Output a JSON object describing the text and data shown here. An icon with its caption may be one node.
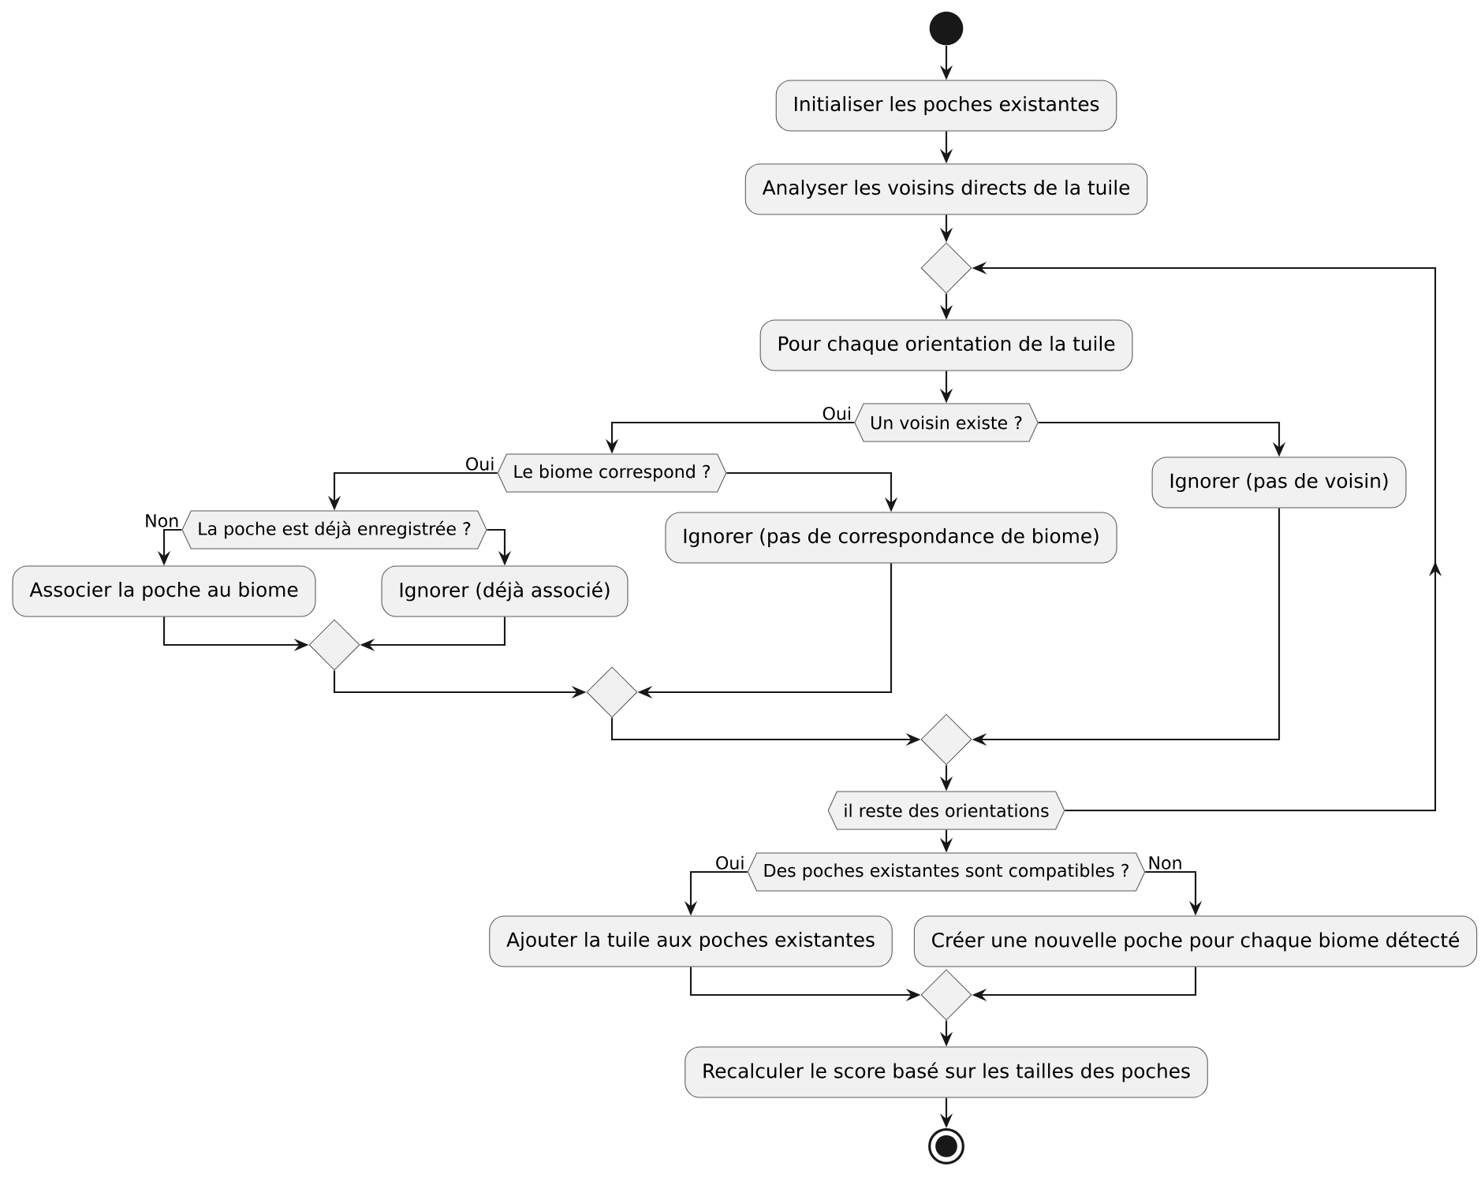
{
  "diagram": {
    "nodes": [
      {
        "text": [],
        "shape": "circle"
      },
      {
        "text": [
          "Initialiser les poches existantes"
        ]
      },
      {
        "text": [
          "Analyser les voisins directs de la tuile"
        ]
      },
      {
        "text": [],
        "shape": "diamond"
      },
      {
        "text": [
          "Pour chaque orientation de la tuile"
        ]
      },
      {
        "text": [
          "Un voisin existe ?"
        ]
      },
      {
        "text": [
          "Le biome correspond ?"
        ]
      },
      {
        "text": [
          "La poche est déjà enregistrée ?"
        ]
      },
      {
        "text": [
          "Associer la poche au biome"
        ]
      },
      {
        "text": [
          "Ignorer (déjà associé)"
        ]
      },
      {
        "text": [],
        "shape": "diamond"
      },
      {
        "text": [
          "Ignorer (pas de correspondance de biome)"
        ]
      },
      {
        "text": [],
        "shape": "diamond"
      },
      {
        "text": [
          "Ignorer (pas de voisin)"
        ]
      },
      {
        "text": [],
        "shape": "diamond"
      },
      {
        "text": [
          "il reste des orientations"
        ]
      },
      {
        "text": [
          "Des poches existantes sont compatibles ?"
        ]
      },
      {
        "text": [
          "Ajouter la tuile aux poches existantes"
        ]
      },
      {
        "text": [
          "Créer une nouvelle poche pour chaque biome détecté"
        ]
      },
      {
        "text": [],
        "shape": "diamond"
      },
      {
        "text": [
          "Recalculer le score basé sur les tailles des poches"
        ]
      },
      {
        "text": [],
        "shape": "circle"
      }
    ],
    "edges": [
      {
        "from": 0,
        "to": 1,
        "arrow": "to"
      },
      {
        "from": 1,
        "to": 2,
        "arrow": "to"
      },
      {
        "from": 2,
        "to": 3,
        "arrow": "to"
      },
      {
        "from": 3,
        "to": 4,
        "arrow": "to"
      },
      {
        "from": 4,
        "to": 5,
        "arrow": "to"
      },
      {
        "from": 5,
        "to": 6,
        "arrow": "to",
        "label": "Oui"
      },
      {
        "from": 5,
        "to": 13,
        "arrow": "to"
      },
      {
        "from": 6,
        "to": 7,
        "arrow": "to",
        "label": "Oui"
      },
      {
        "from": 6,
        "to": 11,
        "arrow": "to"
      },
      {
        "from": 7,
        "to": 8,
        "arrow": "to",
        "label": "Non"
      },
      {
        "from": 7,
        "to": 9,
        "arrow": "to"
      },
      {
        "from": 8,
        "to": 10,
        "arrow": "to"
      },
      {
        "from": 9,
        "to": 10,
        "arrow": "to"
      },
      {
        "from": 10,
        "to": 12,
        "arrow": "to"
      },
      {
        "from": 11,
        "to": 12,
        "arrow": "to"
      },
      {
        "from": 12,
        "to": 14,
        "arrow": "to"
      },
      {
        "from": 13,
        "to": 14,
        "arrow": "to"
      },
      {
        "from": 14,
        "to": 15,
        "arrow": "to"
      },
      {
        "from": 15,
        "to": 3,
        "arrow": "to"
      },
      {
        "from": 15,
        "to": 16,
        "arrow": "to"
      },
      {
        "from": 16,
        "to": 17,
        "arrow": "to",
        "label": "Oui"
      },
      {
        "from": 16,
        "to": 18,
        "arrow": "to",
        "label": "Non"
      },
      {
        "from": 17,
        "to": 19,
        "arrow": "to"
      },
      {
        "from": 18,
        "to": 19,
        "arrow": "to"
      },
      {
        "from": 19,
        "to": 20,
        "arrow": "to"
      },
      {
        "from": 20,
        "to": 21,
        "arrow": "to"
      }
    ]
  }
}
